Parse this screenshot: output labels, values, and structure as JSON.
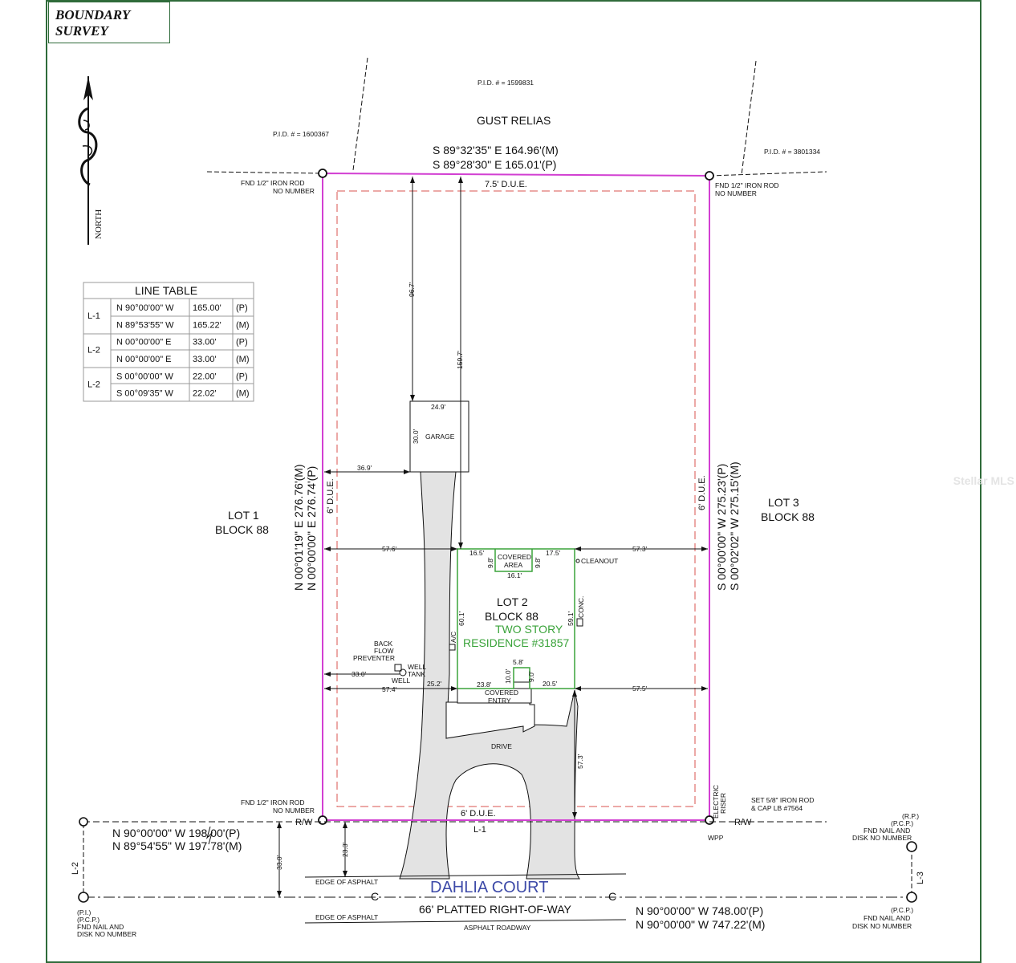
{
  "title": {
    "line1": "BOUNDARY",
    "line2": "SURVEY"
  },
  "north_label": "NORTH",
  "pids": {
    "top": "P.I.D. # = 1599831",
    "left": "P.I.D. # = 1600367",
    "right": "P.I.D. # = 3801334"
  },
  "owner_north": "GUST RELIAS",
  "north_line": {
    "measured": "S 89°32'35\" E 164.96'(M)",
    "platted": "S 89°28'30\" E 165.01'(P)"
  },
  "corners": {
    "nw": {
      "line1": "FND 1/2\" IRON ROD",
      "line2": "NO NUMBER"
    },
    "ne": {
      "line1": "FND 1/2\" IRON ROD",
      "line2": "NO NUMBER"
    },
    "sw": {
      "line1": "FND 1/2\" IRON ROD",
      "line2": "NO NUMBER"
    },
    "se": {
      "line1": "SET 5/8\" IRON ROD",
      "line2": "& CAP LB #7564"
    }
  },
  "easements": {
    "north": "7.5' D.U.E.",
    "west": "6' D.U.E.",
    "east": "6' D.U.E.",
    "south": "6' D.U.E."
  },
  "line_table": {
    "title": "LINE TABLE",
    "rows": [
      {
        "id": "L-1",
        "bearing": "N 90°00'00\" W",
        "dist": "165.00'",
        "src": "(P)"
      },
      {
        "id": "",
        "bearing": "N 89°53'55\" W",
        "dist": "165.22'",
        "src": "(M)"
      },
      {
        "id": "L-2",
        "bearing": "N 00°00'00\" E",
        "dist": "33.00'",
        "src": "(P)"
      },
      {
        "id": "",
        "bearing": "N 00°00'00\" E",
        "dist": "33.00'",
        "src": "(M)"
      },
      {
        "id": "L-2",
        "bearing": "S 00°00'00\" W",
        "dist": "22.00'",
        "src": "(P)"
      },
      {
        "id": "",
        "bearing": "S 00°09'35\" W",
        "dist": "22.02'",
        "src": "(M)"
      }
    ]
  },
  "west_line": {
    "measured": "N 00°01'19\" E 276.76'(M)",
    "platted": "N 00°00'00\" E 276.74'(P)"
  },
  "east_line": {
    "platted": "S 00°00'00\" W 275.23'(P)",
    "measured": "S 00°02'02\" W 275.15'(M)"
  },
  "lot1": {
    "line1": "LOT 1",
    "line2": "BLOCK 88"
  },
  "lot3": {
    "line1": "LOT 3",
    "line2": "BLOCK 88"
  },
  "lot2": {
    "line1": "LOT 2",
    "line2": "BLOCK 88"
  },
  "residence": {
    "line1": "TWO STORY",
    "line2": "RESIDENCE #31857"
  },
  "garage": {
    "label": "GARAGE",
    "width": "24.9'",
    "depth": "30.0'"
  },
  "dims": {
    "d96_7": "96.7'",
    "d159_7": "159.7'",
    "d36_9": "36.9'",
    "d57_6": "57.6'",
    "d57_3_east": "57.3'",
    "d16_5": "16.5'",
    "d17_5": "17.5'",
    "d9_8a": "9.8'",
    "d9_8b": "9.8'",
    "d16_1": "16.1'",
    "d60_1": "60.1'",
    "d59_1": "59.1'",
    "d33_0": "33.0'",
    "d25_2": "25.2'",
    "d57_4": "57.4'",
    "d57_5": "57.5'",
    "d5_8": "5.8'",
    "d10_0": "10.0'",
    "d9_0": "9.0'",
    "d23_8": "23.8'",
    "d20_5": "20.5'",
    "d57_3_south": "57.3'",
    "d23_3": "23.3'",
    "d33_0_vert": "33.0'"
  },
  "covered_area": {
    "line1": "COVERED",
    "line2": "AREA"
  },
  "covered_entry": {
    "line1": "COVERED",
    "line2": "ENTRY"
  },
  "features": {
    "cleanout": "CLEANOUT",
    "conc": "CONC.",
    "ac": "A/C",
    "backflow": [
      "BACK",
      "FLOW",
      "PREVENTER"
    ],
    "well_tank": [
      "WELL",
      "TANK"
    ],
    "well": "WELL",
    "drive": "DRIVE",
    "electric_riser": [
      "ELECTRIC",
      "RISER"
    ],
    "wpp": "WPP"
  },
  "row_labels": {
    "rw_left": "R/W",
    "rw_right": "R/W",
    "l1": "L-1",
    "l2": "L-2",
    "l3": "L-3",
    "cl": "C"
  },
  "south_lines": {
    "platted": "N 90°00'00\" W 198.00'(P)",
    "measured": "N 89°54'55\" W 197.78'(M)"
  },
  "street": {
    "name": "DAHLIA COURT",
    "row": "66' PLATTED RIGHT-OF-WAY",
    "edge_top": "EDGE OF ASPHALT",
    "edge_bottom": "EDGE OF ASPHALT",
    "roadway": "ASPHALT ROADWAY"
  },
  "street_lines": {
    "platted": "N 90°00'00\" W 748.00'(P)",
    "measured": "N 90°00'00\" W 747.22'(M)"
  },
  "pi_left": [
    "(P.I.)",
    "(P.C.P.)",
    "FND NAIL AND",
    "DISK NO NUMBER"
  ],
  "rp_right": [
    "(R.P.)",
    "(P.C.P.)",
    "FND NAIL AND",
    "DISK NO NUMBER"
  ],
  "pcp_right": [
    "(P.C.P.)",
    "FND NAIL AND",
    "DISK NO NUMBER"
  ],
  "watermark": "Stellar MLS",
  "colors": {
    "lot_line": "#d23fd2",
    "easement": "#d9534f",
    "house": "#3aa33a",
    "street": "#3d4aa8",
    "border": "#2f6b3a"
  }
}
